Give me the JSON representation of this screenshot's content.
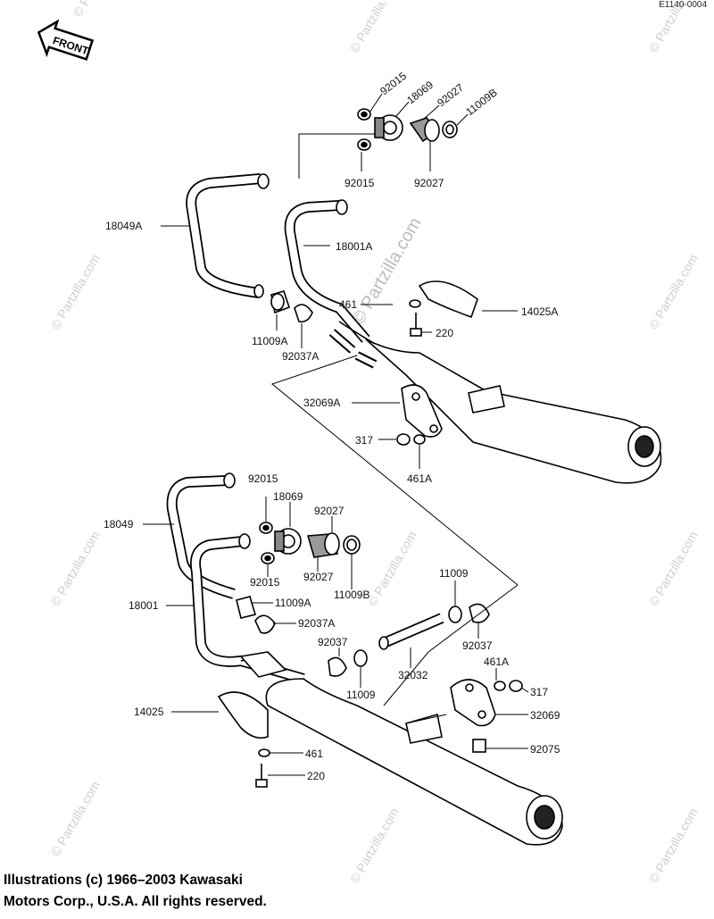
{
  "diagram_code": "E1140-0004",
  "front_label": "FRONT",
  "watermark": "© Partzilla.com",
  "watermark_center": "© Partzilla.com",
  "copyright": {
    "line1": "Illustrations (c) 1966–2003 Kawasaki",
    "line2": "Motors Corp., U.S.A.  All rights reserved."
  },
  "top_labels": {
    "p92015_a": "92015",
    "p18069_a": "18069",
    "p92027_a": "92027",
    "p11009B_a": "11009B",
    "p92015_b": "92015",
    "p92027_b": "92027",
    "p18049A": "18049A",
    "p18001A": "18001A",
    "p461": "461",
    "p14025A": "14025A",
    "p220": "220",
    "p11009A": "11009A",
    "p92037A": "92037A",
    "p32069A": "32069A",
    "p317": "317",
    "p461A": "461A"
  },
  "bottom_labels": {
    "p92015_a": "92015",
    "p18069": "18069",
    "p92027_a": "92027",
    "p18049": "18049",
    "p92027_b": "92027",
    "p92015_b": "92015",
    "p11009B": "11009B",
    "p11009_a": "11009",
    "p18001": "18001",
    "p11009A": "11009A",
    "p92037A": "92037A",
    "p92037_a": "92037",
    "p92037_b": "92037",
    "p32032": "32032",
    "p11009_b": "11009",
    "p461A": "461A",
    "p317": "317",
    "p14025": "14025",
    "p32069": "32069",
    "p461": "461",
    "p92075": "92075",
    "p220": "220"
  }
}
